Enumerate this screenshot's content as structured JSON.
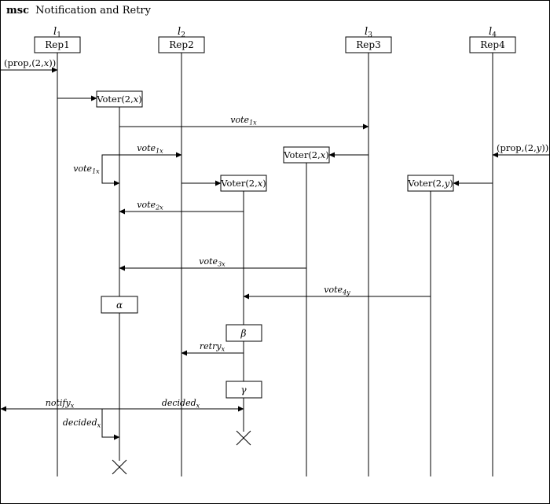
{
  "diagram": {
    "keyword": "msc",
    "title": "Notification and Retry",
    "instances": [
      {
        "id": "rep1",
        "label": "l",
        "sub": "1",
        "name": "Rep1"
      },
      {
        "id": "rep2",
        "label": "l",
        "sub": "2",
        "name": "Rep2"
      },
      {
        "id": "rep3",
        "label": "l",
        "sub": "3",
        "name": "Rep3"
      },
      {
        "id": "rep4",
        "label": "l",
        "sub": "4",
        "name": "Rep4"
      }
    ],
    "voters": [
      {
        "id": "v1",
        "name": "Voter(2,",
        "var": "x",
        "close": ")"
      },
      {
        "id": "v2",
        "name": "Voter(2,",
        "var": "x",
        "close": ")"
      },
      {
        "id": "v3",
        "name": "Voter(2,",
        "var": "x",
        "close": ")"
      },
      {
        "id": "v4",
        "name": "Voter(2,",
        "var": "y",
        "close": ")"
      }
    ],
    "external_inputs": [
      {
        "id": "prop-x",
        "text": "(prop,(2,",
        "var": "x",
        "close": "))"
      },
      {
        "id": "prop-y",
        "text": "(prop,(2,",
        "var": "y",
        "close": "))"
      }
    ],
    "messages": [
      {
        "id": "vote1x-r3",
        "base": "vote",
        "sub": "1x"
      },
      {
        "id": "vote1x-r2",
        "base": "vote",
        "sub": "1x"
      },
      {
        "id": "vote1x-self",
        "base": "vote",
        "sub": "1x"
      },
      {
        "id": "vote2x",
        "base": "vote",
        "sub": "2x"
      },
      {
        "id": "vote3x",
        "base": "vote",
        "sub": "3x"
      },
      {
        "id": "vote4y",
        "base": "vote",
        "sub": "4y"
      },
      {
        "id": "retryx",
        "base": "retry",
        "sub": "x"
      },
      {
        "id": "notifyx",
        "base": "notify",
        "sub": "x"
      },
      {
        "id": "decidedx",
        "base": "decided",
        "sub": "x"
      },
      {
        "id": "decidedx-self",
        "base": "decided",
        "sub": "x"
      }
    ],
    "conditions": [
      {
        "id": "alpha",
        "text": "α"
      },
      {
        "id": "beta",
        "text": "β"
      },
      {
        "id": "gamma",
        "text": "γ"
      }
    ]
  }
}
